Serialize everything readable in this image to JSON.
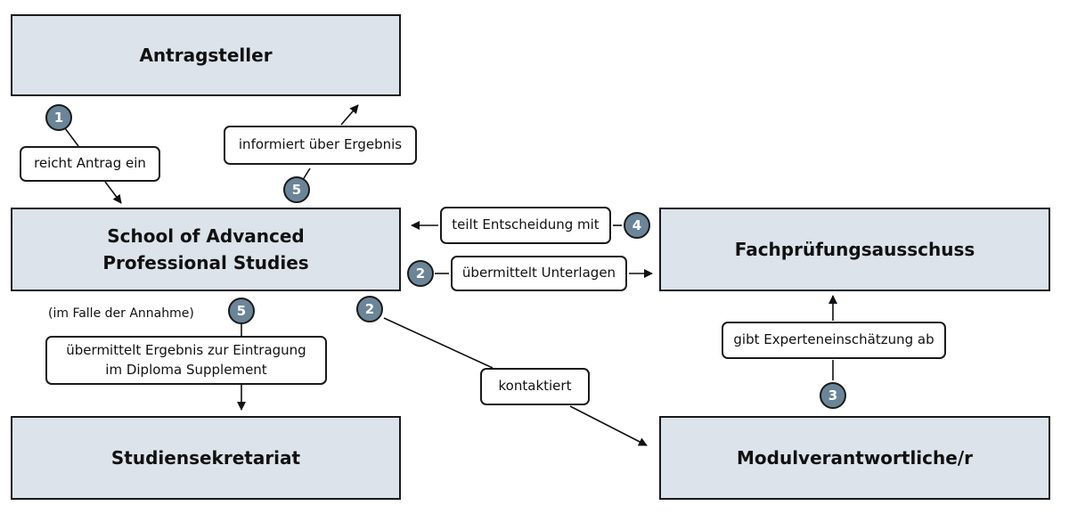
{
  "colors": {
    "box_fill": "#dce3eb",
    "badge_fill": "#6b8598",
    "stroke": "#1a1a1a"
  },
  "nodes": {
    "antragsteller": "Antragsteller",
    "school_line1": "School of Advanced",
    "school_line2": "Professional Studies",
    "fachpruefungsausschuss": "Fachprüfungsausschuss",
    "studiensekretariat": "Studiensekretariat",
    "modulverantwortliche": "Modulverantwortliche/r"
  },
  "edges": {
    "reicht_antrag_ein": "reicht Antrag ein",
    "informiert_ueber_ergebnis": "informiert über Ergebnis",
    "teilt_entscheidung_mit": "teilt Entscheidung mit",
    "uebermittelt_unterlagen": "übermittelt Unterlagen",
    "uebermittelt_ergebnis_line1": "übermittelt Ergebnis zur Eintragung",
    "uebermittelt_ergebnis_line2": "im Diploma Supplement",
    "kontaktiert": "kontaktiert",
    "gibt_experteneinschaetzung_ab": "gibt Experteneinschätzung ab"
  },
  "notes": {
    "im_falle_der_annahme": "(im Falle der Annahme)"
  },
  "steps": {
    "reicht": "1",
    "informiert": "5",
    "teilt": "4",
    "uebermittelt_unterlagen": "2",
    "uebermittelt_ergebnis": "5",
    "kontaktiert": "2",
    "gibt": "3"
  }
}
